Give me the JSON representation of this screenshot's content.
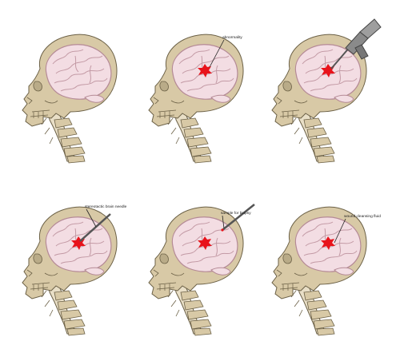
{
  "panels": [
    {
      "id": "p1",
      "label": "",
      "lesion": false,
      "tool": "none"
    },
    {
      "id": "p2",
      "label": "abnormality",
      "lesion": true,
      "tool": "none"
    },
    {
      "id": "p3",
      "label": "",
      "lesion": true,
      "tool": "drill"
    },
    {
      "id": "p4",
      "label": "stereotactic brain needle",
      "lesion": true,
      "tool": "needle"
    },
    {
      "id": "p5",
      "label": "sample for biopsy",
      "lesion": true,
      "tool": "needle-retracted"
    },
    {
      "id": "p6",
      "label": "wound cleansing fluid",
      "lesion": true,
      "tool": "none"
    }
  ],
  "colors": {
    "skull": "#d8c9a6",
    "skull_outline": "#6b6046",
    "brain": "#f3dde3",
    "brain_outline": "#b58a96",
    "lesion": "#e8131b",
    "tool": "#8a8a8a",
    "leader": "#222222"
  }
}
